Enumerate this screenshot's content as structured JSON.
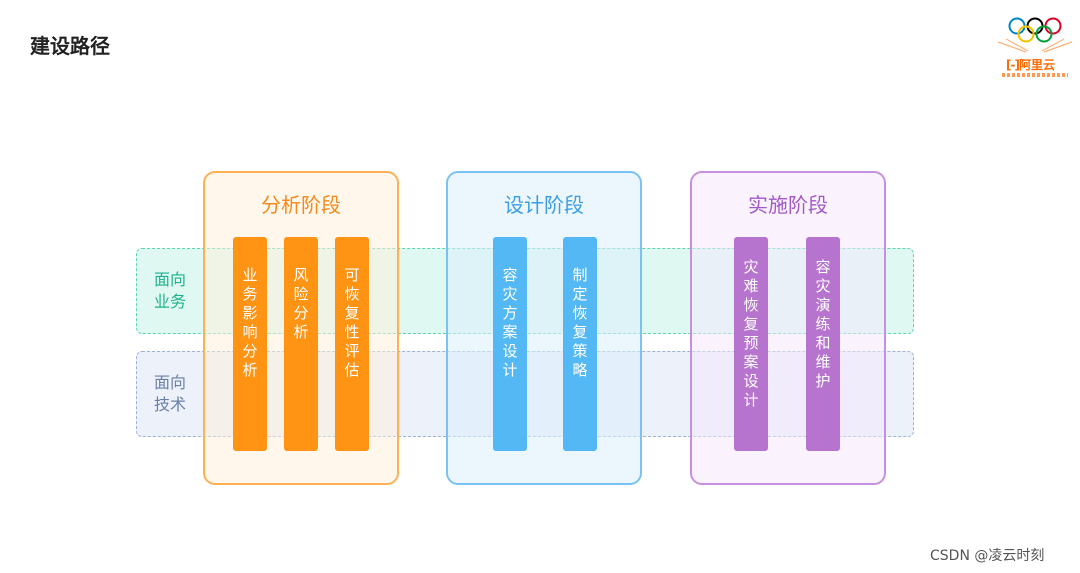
{
  "page_title": "建设路径",
  "logo": {
    "brand": "阿里云",
    "bracket": "[-]",
    "ring_colors": [
      "#0085c7",
      "#f4c300",
      "#000000",
      "#009f3d",
      "#df0024"
    ],
    "accent_color": "#ff6a00"
  },
  "bands": {
    "business": {
      "label": "面向业务",
      "color": "#1fb38d"
    },
    "tech": {
      "label": "面向技术",
      "color": "#6b80a8"
    }
  },
  "phases": [
    {
      "title": "分析阶段",
      "color": "#ff9313",
      "tasks": [
        "业务影响分析",
        "风险分析",
        "可恢复性评估"
      ]
    },
    {
      "title": "设计阶段",
      "color": "#53b8f3",
      "tasks": [
        "容灾方案设计",
        "制定恢复策略"
      ]
    },
    {
      "title": "实施阶段",
      "color": "#b774cf",
      "tasks": [
        "灾难恢复预案设计",
        "容灾演练和维护"
      ]
    }
  ],
  "watermark": "CSDN @凌云时刻"
}
